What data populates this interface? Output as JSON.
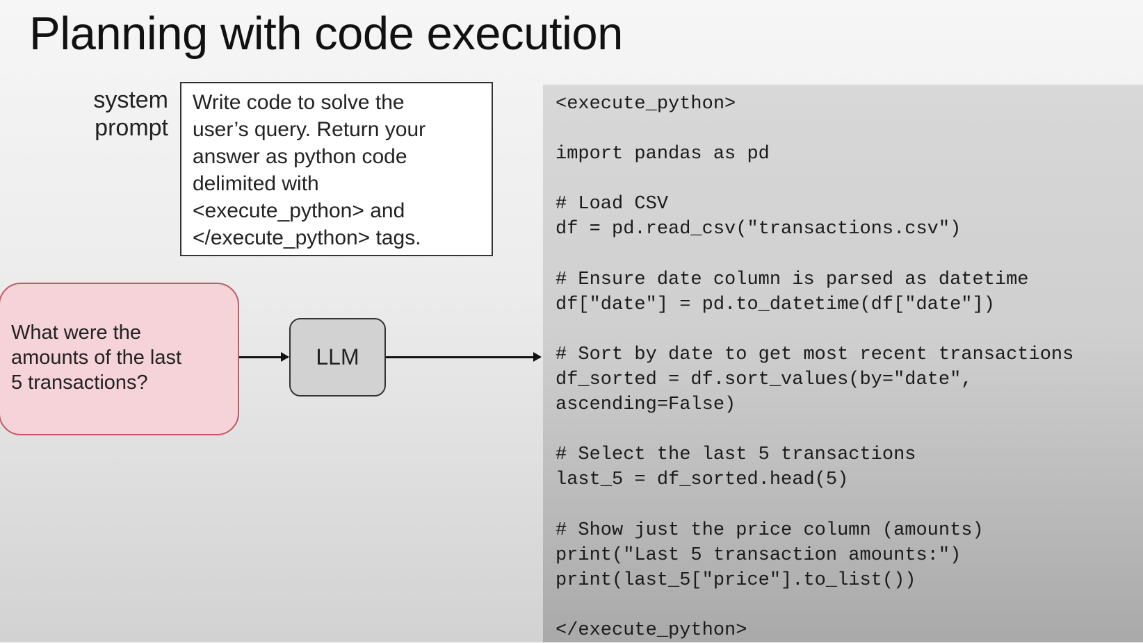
{
  "title": "Planning with code execution",
  "system_prompt": {
    "label_lines": [
      "system",
      "prompt"
    ],
    "text_lines": [
      "Write code to solve the",
      "user’s query. Return your",
      "answer as python code",
      "delimited with",
      "<execute_python> and",
      "</execute_python> tags."
    ]
  },
  "user_query": {
    "lines": [
      "What were the",
      "amounts of the last",
      "5 transactions?"
    ],
    "color": "#f6d3d8"
  },
  "llm": {
    "label": "LLM"
  },
  "code": {
    "lines": [
      "<execute_python>",
      "",
      "import pandas as pd",
      "",
      "# Load CSV",
      "df = pd.read_csv(\"transactions.csv\")",
      "",
      "# Ensure date column is parsed as datetime",
      "df[\"date\"] = pd.to_datetime(df[\"date\"])",
      "",
      "# Sort by date to get most recent transactions",
      "df_sorted = df.sort_values(by=\"date\",",
      "ascending=False)",
      "",
      "# Select the last 5 transactions",
      "last_5 = df_sorted.head(5)",
      "",
      "# Show just the price column (amounts)",
      "print(\"Last 5 transaction amounts:\")",
      "print(last_5[\"price\"].to_list())",
      "",
      "</execute_python>"
    ]
  }
}
